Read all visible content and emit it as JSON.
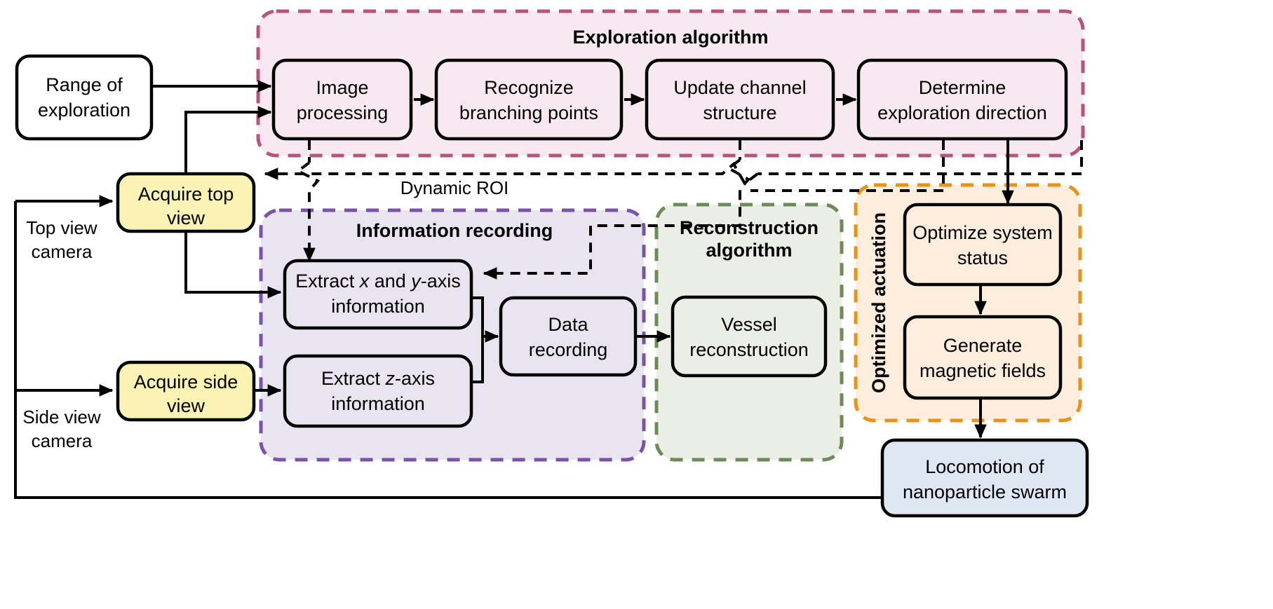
{
  "diagram": {
    "title": "Autonomous vessel exploration and reconstruction workflow",
    "background": "#ffffff"
  },
  "colors": {
    "exploration_fill": "#f7e9ef",
    "exploration_stroke": "#b8537c",
    "information_fill": "#e8e4f0",
    "information_stroke": "#7a52ab",
    "reconstruction_fill": "#eaeee4",
    "reconstruction_stroke": "#6f8a5a",
    "actuation_fill": "#fceddc",
    "actuation_stroke": "#e8921a",
    "acquire_fill": "#fbf3b4",
    "acquire_stroke": "#bf9d16",
    "locomotion_fill": "#dee7f2",
    "locomotion_stroke": "#6f94be",
    "plain_fill": "#ffffff",
    "line": "#000000"
  },
  "panels": {
    "exploration": {
      "label": "Exploration algorithm"
    },
    "information": {
      "label": "Information recording"
    },
    "reconstruction": {
      "label_line1": "Reconstruction",
      "label_line2": "algorithm"
    },
    "actuation": {
      "label": "Optimized actuation"
    }
  },
  "nodes": {
    "range_of_exploration": {
      "line1": "Range of",
      "line2": "exploration"
    },
    "image_processing": {
      "line1": "Image",
      "line2": "processing"
    },
    "recognize_branching_points": {
      "line1": "Recognize",
      "line2": "branching points"
    },
    "update_channel_structure": {
      "line1": "Update channel",
      "line2": "structure"
    },
    "determine_exploration_direction": {
      "line1": "Determine",
      "line2": "exploration direction"
    },
    "acquire_top_view": {
      "line1": "Acquire top",
      "line2": "view"
    },
    "acquire_side_view": {
      "line1": "Acquire side",
      "line2": "view"
    },
    "extract_xy": {
      "line1_pre": "Extract ",
      "line1_x": "x",
      "line1_mid": " and ",
      "line1_y": "y",
      "line1_post": "-axis",
      "line2": "information"
    },
    "extract_z": {
      "line1_pre": "Extract ",
      "line1_z": "z",
      "line1_post": "-axis",
      "line2": "information"
    },
    "data_recording": {
      "line1": "Data",
      "line2": "recording"
    },
    "vessel_reconstruction": {
      "line1": "Vessel",
      "line2": "reconstruction"
    },
    "optimize_system_status": {
      "line1": "Optimize system",
      "line2": "status"
    },
    "generate_magnetic_fields": {
      "line1": "Generate",
      "line2": "magnetic fields"
    },
    "locomotion_of_nanoparticle_swarm": {
      "line1": "Locomotion of",
      "line2": "nanoparticle swarm"
    }
  },
  "edge_labels": {
    "dynamic_roi": "Dynamic ROI",
    "top_view_camera_line1": "Top view",
    "top_view_camera_line2": "camera",
    "side_view_camera_line1": "Side view",
    "side_view_camera_line2": "camera"
  }
}
